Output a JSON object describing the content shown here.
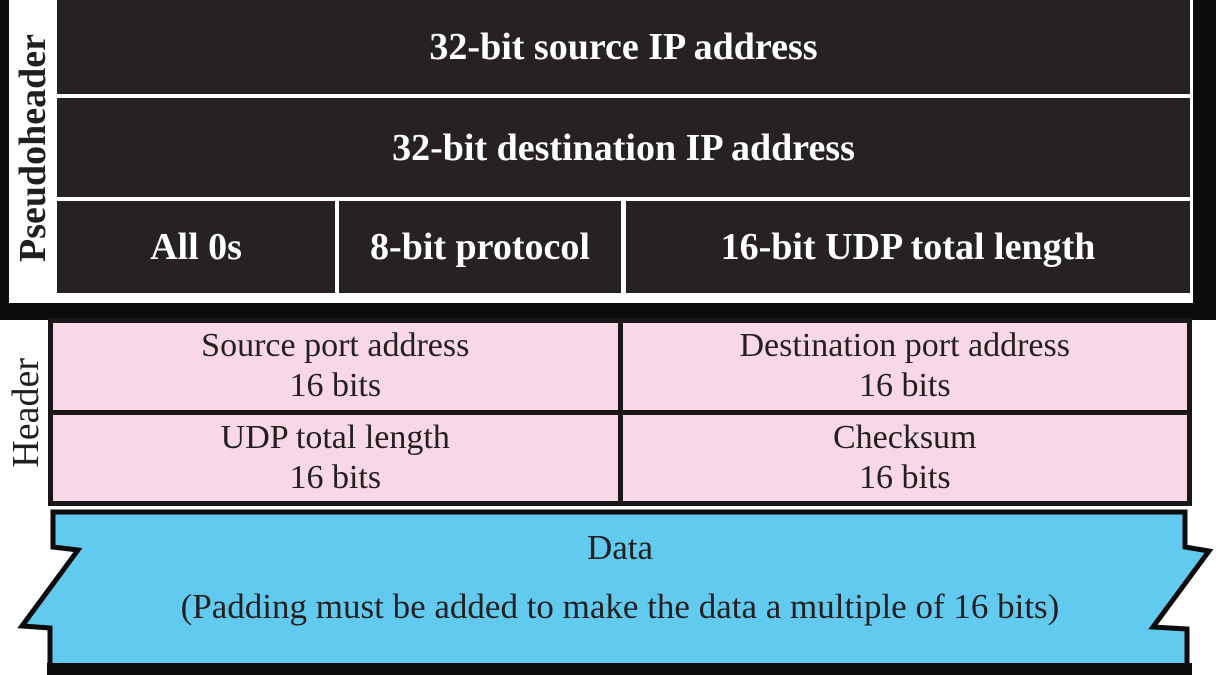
{
  "pseudoheader": {
    "label": "Pseudoheader",
    "rows": {
      "source_ip": "32-bit source IP address",
      "destination_ip": "32-bit destination IP address",
      "all_0s": "All 0s",
      "protocol": "8-bit protocol",
      "udp_total_length": "16-bit UDP total length"
    }
  },
  "header": {
    "label": "Header",
    "cells": [
      {
        "title": "Source port address",
        "size": "16 bits"
      },
      {
        "title": "Destination port address",
        "size": "16 bits"
      },
      {
        "title": "UDP total length",
        "size": "16 bits"
      },
      {
        "title": "Checksum",
        "size": "16 bits"
      }
    ]
  },
  "data_banner": {
    "title": "Data",
    "note": "(Padding must be added to make the data a multiple of 16 bits)"
  },
  "colors": {
    "cell_black": "#262122",
    "frame_black": "#0c0a0b",
    "pink": "#f8d8e7",
    "blue": "#63caef",
    "text_dark": "#231f20",
    "text_white": "#ffffff"
  }
}
